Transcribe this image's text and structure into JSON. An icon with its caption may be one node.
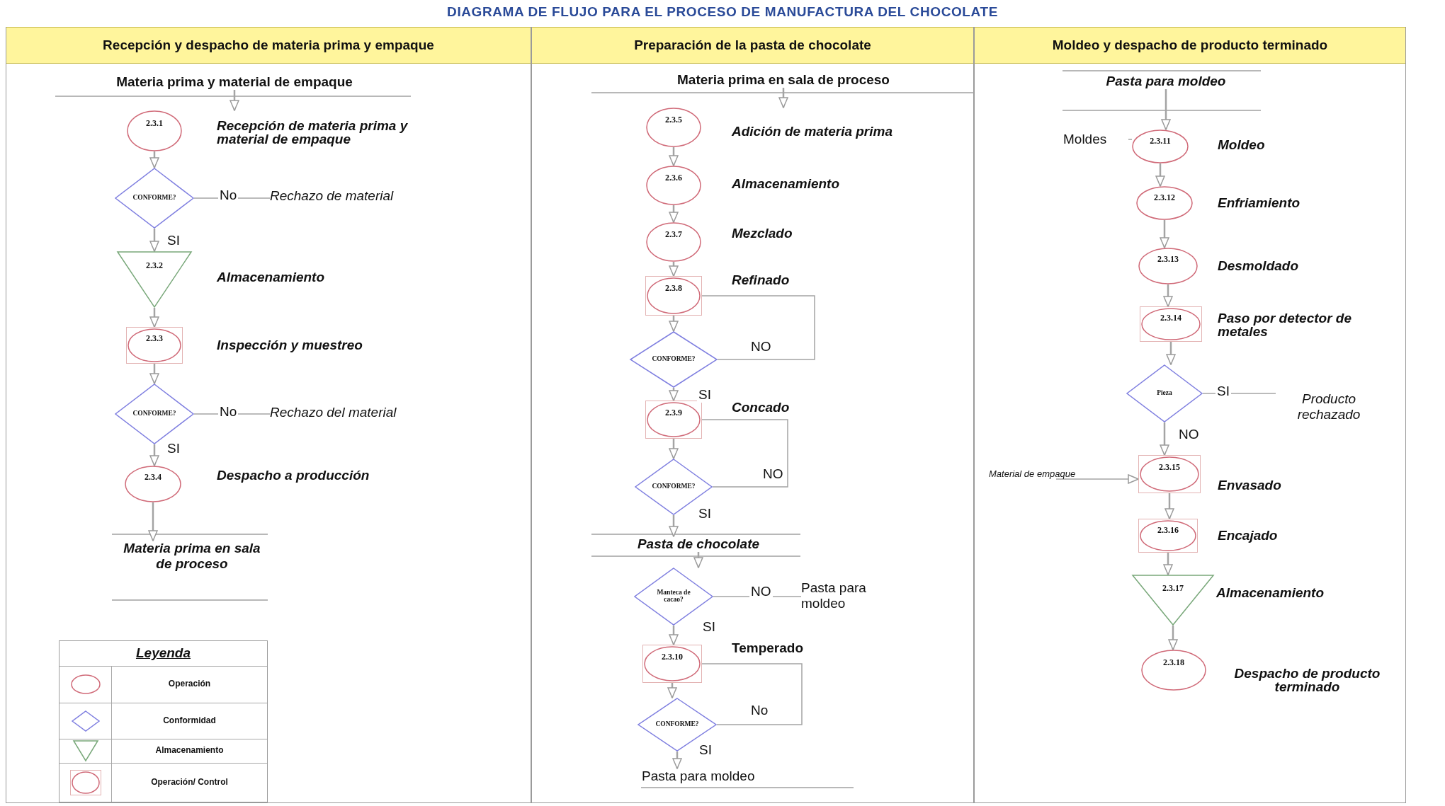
{
  "diagram": {
    "title": "DIAGRAMA DE FLUJO PARA EL PROCESO DE MANUFACTURA DEL CHOCOLATE",
    "nodes": [
      {
        "text": [
          "Recepción y despacho de materia prima y empaque"
        ]
      },
      {
        "text": [
          "Preparación de la pasta de chocolate"
        ]
      },
      {
        "text": [
          "Moldeo y despacho de producto terminado"
        ]
      },
      {
        "text": [
          "Materia prima y material de empaque"
        ],
        "in": 0
      },
      {
        "text": [
          "2.3.1"
        ],
        "beside": [
          "Recepción de materia prima y material de empaque"
        ],
        "in": 0
      },
      {
        "text": [
          "CONFORME?"
        ],
        "in": 0
      },
      {
        "text": [
          "Rechazo de material"
        ],
        "in": 0
      },
      {
        "text": [
          "2.3.2"
        ],
        "beside": [
          "Almacenamiento"
        ],
        "in": 0
      },
      {
        "text": [
          "2.3.3"
        ],
        "beside": [
          "Inspección y muestreo"
        ],
        "in": 0
      },
      {
        "text": [
          "CONFORME?"
        ],
        "in": 0
      },
      {
        "text": [
          "Rechazo del material"
        ],
        "in": 0
      },
      {
        "text": [
          "2.3.4"
        ],
        "beside": [
          "Despacho a producción"
        ],
        "in": 0
      },
      {
        "text": [
          "Materia prima en sala de proceso"
        ],
        "in": 0
      },
      {
        "text": [
          "Materia prima en sala de proceso"
        ],
        "in": 1
      },
      {
        "text": [
          "2.3.5"
        ],
        "beside": [
          "Adición de materia prima"
        ],
        "in": 1
      },
      {
        "text": [
          "2.3.6"
        ],
        "beside": [
          "Almacenamiento"
        ],
        "in": 1
      },
      {
        "text": [
          "2.3.7"
        ],
        "beside": [
          "Mezclado"
        ],
        "in": 1
      },
      {
        "text": [
          "2.3.8"
        ],
        "beside": [
          "Refinado"
        ],
        "in": 1
      },
      {
        "text": [
          "CONFORME?"
        ],
        "in": 1
      },
      {
        "text": [
          "2.3.9"
        ],
        "beside": [
          "Concado"
        ],
        "in": 1
      },
      {
        "text": [
          "CONFORME?"
        ],
        "in": 1
      },
      {
        "text": [
          "Pasta de chocolate"
        ],
        "in": 1
      },
      {
        "text": [
          "Manteca de cacao?"
        ],
        "in": 1
      },
      {
        "text": [
          "Pasta para moldeo"
        ],
        "in": 1
      },
      {
        "text": [
          "2.3.10"
        ],
        "beside": [
          "Temperado"
        ],
        "in": 1
      },
      {
        "text": [
          "CONFORME?"
        ],
        "in": 1
      },
      {
        "text": [
          "Pasta para moldeo"
        ],
        "in": 1
      },
      {
        "text": [
          "Pasta para moldeo"
        ],
        "in": 2
      },
      {
        "text": [
          "Moldes"
        ],
        "in": 2
      },
      {
        "text": [
          "2.3.11"
        ],
        "beside": [
          "Moldeo"
        ],
        "in": 2
      },
      {
        "text": [
          "2.3.12"
        ],
        "beside": [
          "Enfriamiento"
        ],
        "in": 2
      },
      {
        "text": [
          "2.3.13"
        ],
        "beside": [
          "Desmoldado"
        ],
        "in": 2
      },
      {
        "text": [
          "2.3.14"
        ],
        "beside": [
          "Paso por detector de metales"
        ],
        "in": 2
      },
      {
        "text": [
          "Pieza"
        ],
        "in": 2
      },
      {
        "text": [
          "Producto rechazado"
        ],
        "in": 2
      },
      {
        "text": [
          "2.3.15"
        ],
        "beside": [
          "Envasado"
        ],
        "in": 2
      },
      {
        "text": [
          "Material de empaque"
        ],
        "in": 2
      },
      {
        "text": [
          "2.3.16"
        ],
        "beside": [
          "Encajado"
        ],
        "in": 2
      },
      {
        "text": [
          "2.3.17"
        ],
        "beside": [
          "Almacenamiento"
        ],
        "in": 2
      },
      {
        "text": [
          "2.3.18"
        ],
        "beside": [
          "Despacho de producto terminado"
        ],
        "in": 2
      }
    ],
    "edges": [
      {
        "from": 3,
        "to": 4,
        "arrow": "to"
      },
      {
        "from": 4,
        "to": 5,
        "arrow": "to"
      },
      {
        "from": 5,
        "to": 6,
        "arrow": "none",
        "label": "No"
      },
      {
        "from": 5,
        "to": 7,
        "arrow": "to",
        "label": "SI"
      },
      {
        "from": 7,
        "to": 8,
        "arrow": "to"
      },
      {
        "from": 8,
        "to": 9,
        "arrow": "to"
      },
      {
        "from": 9,
        "to": 10,
        "arrow": "none",
        "label": "No"
      },
      {
        "from": 9,
        "to": 11,
        "arrow": "to",
        "label": "SI"
      },
      {
        "from": 11,
        "to": 12,
        "arrow": "to"
      },
      {
        "from": 13,
        "to": 14,
        "arrow": "to"
      },
      {
        "from": 14,
        "to": 15,
        "arrow": "to"
      },
      {
        "from": 15,
        "to": 16,
        "arrow": "to"
      },
      {
        "from": 16,
        "to": 17,
        "arrow": "to"
      },
      {
        "from": 17,
        "to": 18,
        "arrow": "to"
      },
      {
        "from": 18,
        "to": 17,
        "arrow": "none",
        "label": "NO"
      },
      {
        "from": 18,
        "to": 19,
        "arrow": "to",
        "label": "SI"
      },
      {
        "from": 19,
        "to": 20,
        "arrow": "to"
      },
      {
        "from": 20,
        "to": 19,
        "arrow": "none",
        "label": "NO"
      },
      {
        "from": 20,
        "to": 21,
        "arrow": "to",
        "label": "SI"
      },
      {
        "from": 21,
        "to": 22,
        "arrow": "to"
      },
      {
        "from": 22,
        "to": 23,
        "arrow": "none",
        "label": "NO"
      },
      {
        "from": 22,
        "to": 24,
        "arrow": "to",
        "label": "SI"
      },
      {
        "from": 24,
        "to": 25,
        "arrow": "to"
      },
      {
        "from": 25,
        "to": 24,
        "arrow": "none",
        "label": "No"
      },
      {
        "from": 25,
        "to": 26,
        "arrow": "to",
        "label": "SI"
      },
      {
        "from": 27,
        "to": 29,
        "arrow": "to"
      },
      {
        "from": 28,
        "to": 29,
        "arrow": "none"
      },
      {
        "from": 29,
        "to": 30,
        "arrow": "to"
      },
      {
        "from": 30,
        "to": 31,
        "arrow": "to"
      },
      {
        "from": 31,
        "to": 32,
        "arrow": "to"
      },
      {
        "from": 32,
        "to": 33,
        "arrow": "to"
      },
      {
        "from": 33,
        "to": 34,
        "arrow": "none",
        "label": "SI"
      },
      {
        "from": 33,
        "to": 35,
        "arrow": "to",
        "label": "NO"
      },
      {
        "from": 36,
        "to": 35,
        "arrow": "to"
      },
      {
        "from": 35,
        "to": 37,
        "arrow": "to"
      },
      {
        "from": 37,
        "to": 38,
        "arrow": "to"
      },
      {
        "from": 38,
        "to": 39,
        "arrow": "to"
      }
    ],
    "labels": [
      "Leyenda"
    ],
    "legend": [
      {
        "text": "Operación"
      },
      {
        "text": "Conformidad"
      },
      {
        "text": "Almacenamiento"
      },
      {
        "text": "Operación/ Control"
      }
    ]
  }
}
